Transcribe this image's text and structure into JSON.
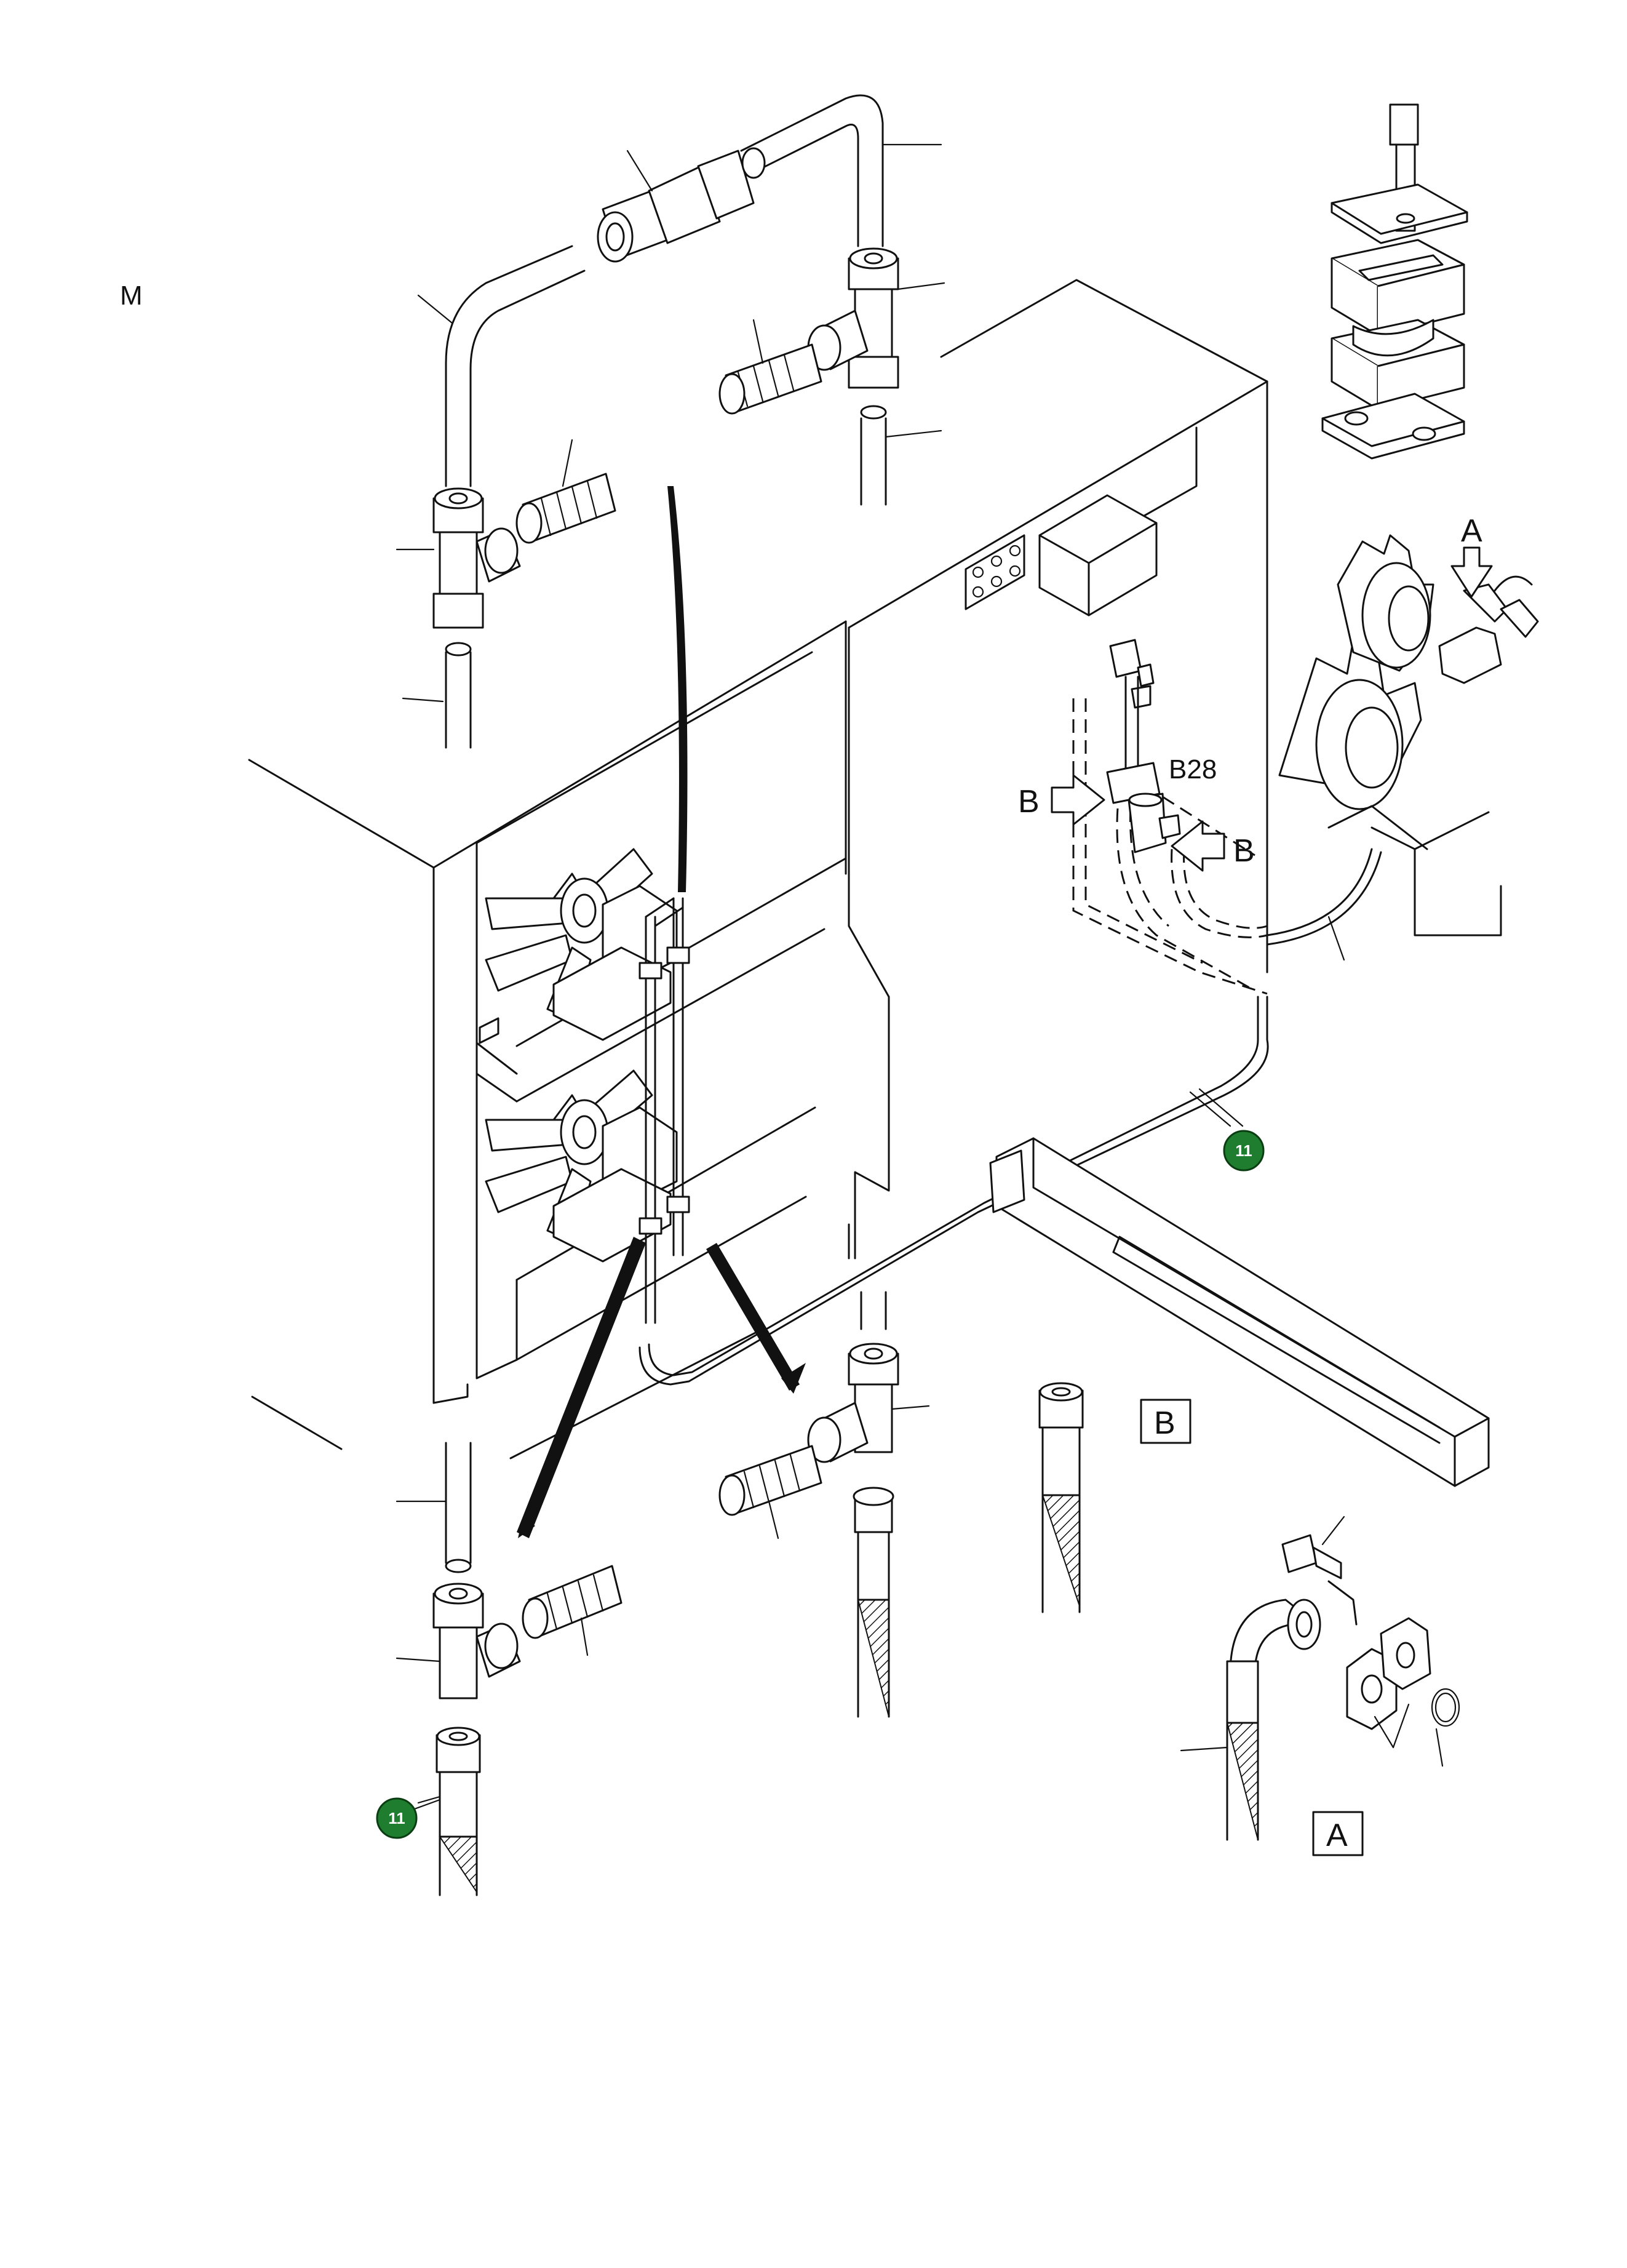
{
  "page_label": "M",
  "callouts": {
    "hose_label": "11",
    "sensor_label": "B28",
    "view_a": "A",
    "view_b": "B"
  },
  "colors": {
    "callout_fill": "#1e7d2e",
    "line": "#111111"
  }
}
